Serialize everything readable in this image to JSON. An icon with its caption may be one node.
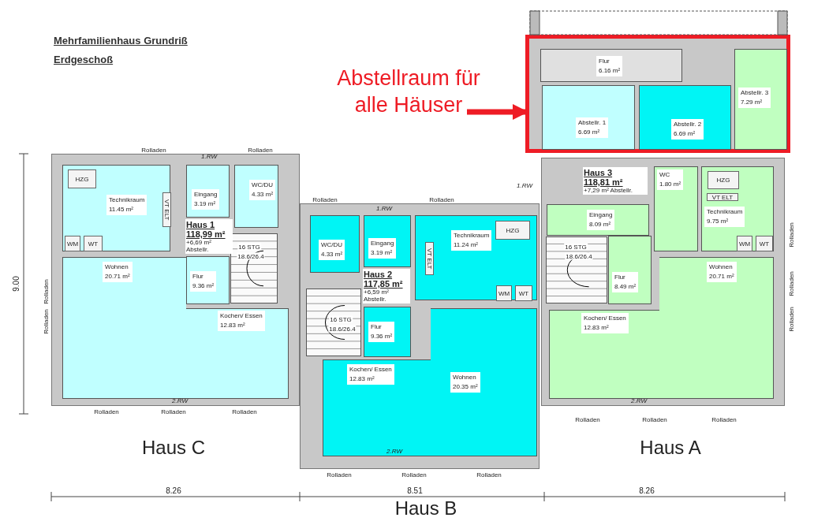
{
  "diagram": {
    "title": "Mehrfamilienhaus Grundriß Erdgeschoß",
    "nodes": [
      {
        "text": [],
        "shape": "box"
      },
      {
        "text": [
          "Flur",
          "6.16 m²"
        ],
        "in": 0
      },
      {
        "text": [
          "Abstellr. 1",
          "6.69 m²"
        ],
        "in": 0
      },
      {
        "text": [
          "Abstellr. 2",
          "6.69 m²"
        ],
        "in": 0
      },
      {
        "text": [
          "Abstellr. 3",
          "7.29 m²"
        ],
        "in": 0
      },
      {
        "text": [
          "Abstellraum für alle Häuser"
        ]
      },
      {
        "text": [
          "Haus 1",
          "118,99 m²",
          "+6,69 m² Abstellr."
        ],
        "beside": [
          "Haus C"
        ]
      },
      {
        "text": [
          "Technikraum",
          "11.45 m²"
        ],
        "in": 6
      },
      {
        "text": [
          "HZG"
        ],
        "in": 7
      },
      {
        "text": [
          "WM"
        ],
        "in": 7
      },
      {
        "text": [
          "WT"
        ],
        "in": 7
      },
      {
        "text": [
          "VT ELT"
        ],
        "in": 7
      },
      {
        "text": [
          "Eingang",
          "3.19 m²"
        ],
        "in": 6
      },
      {
        "text": [
          "WC/DU",
          "4.33 m²"
        ],
        "in": 6
      },
      {
        "text": [
          "Flur",
          "9.36 m²"
        ],
        "in": 6
      },
      {
        "text": [
          "Wohnen",
          "20.71 m²"
        ],
        "in": 6
      },
      {
        "text": [
          "Kochen/ Essen",
          "12.83 m²"
        ],
        "in": 6
      },
      {
        "text": [
          "Haus 2",
          "117,85 m²",
          "+6,59 m² Abstellr."
        ],
        "beside": [
          "Haus B"
        ]
      },
      {
        "text": [
          "WC/DU",
          "4.33 m²"
        ],
        "in": 17
      },
      {
        "text": [
          "Eingang",
          "3.19 m²"
        ],
        "in": 17
      },
      {
        "text": [
          "Technikraum",
          "11.24 m²"
        ],
        "in": 17
      },
      {
        "text": [
          "HZG"
        ],
        "in": 20
      },
      {
        "text": [
          "WM"
        ],
        "in": 20
      },
      {
        "text": [
          "WT"
        ],
        "in": 20
      },
      {
        "text": [
          "VT ELT"
        ],
        "in": 20
      },
      {
        "text": [
          "Flur",
          "9.36 m²"
        ],
        "in": 17
      },
      {
        "text": [
          "Kochen/ Essen",
          "12.83 m²"
        ],
        "in": 17
      },
      {
        "text": [
          "Wohnen",
          "20.35 m²"
        ],
        "in": 17
      },
      {
        "text": [
          "Haus 3",
          "118,81 m²",
          "+7,29 m² Abstellr."
        ],
        "beside": [
          "Haus A"
        ]
      },
      {
        "text": [
          "Eingang",
          "8.09 m²"
        ],
        "in": 28
      },
      {
        "text": [
          "WC",
          "1.80 m²"
        ],
        "in": 28
      },
      {
        "text": [
          "Technikraum",
          "9.75 m²"
        ],
        "in": 28
      },
      {
        "text": [
          "HZG"
        ],
        "in": 31
      },
      {
        "text": [
          "WM"
        ],
        "in": 31
      },
      {
        "text": [
          "WT"
        ],
        "in": 31
      },
      {
        "text": [
          "VT ELT"
        ],
        "in": 31
      },
      {
        "text": [
          "Flur",
          "8.49 m²"
        ],
        "in": 28
      },
      {
        "text": [
          "Kochen/ Essen",
          "12.83 m²"
        ],
        "in": 28
      },
      {
        "text": [
          "Wohnen",
          "20.71 m²"
        ],
        "in": 28
      }
    ],
    "edges": [
      {
        "from": 5,
        "to": 0,
        "arrow": "to",
        "color": "#ee1c25"
      }
    ],
    "labels": [
      "Rolladen",
      "1.RW",
      "Rolladen",
      "Rolladen",
      "1.RW",
      "Rolladen",
      "1.RW",
      "16 STG",
      "18.6/26.4",
      "16 STG",
      "18.6/26.4",
      "16 STG",
      "18.6/26.4",
      "Rolladen",
      "Rolladen",
      "Rolladen",
      "Rolladen",
      "Rolladen",
      "9.00",
      "2.RW",
      "2.RW",
      "Rolladen",
      "Rolladen",
      "Rolladen",
      "Rolladen",
      "Rolladen",
      "Rolladen",
      "2.RW",
      "Rolladen",
      "Rolladen",
      "Rolladen",
      "8.26",
      "8.51",
      "8.26"
    ]
  }
}
